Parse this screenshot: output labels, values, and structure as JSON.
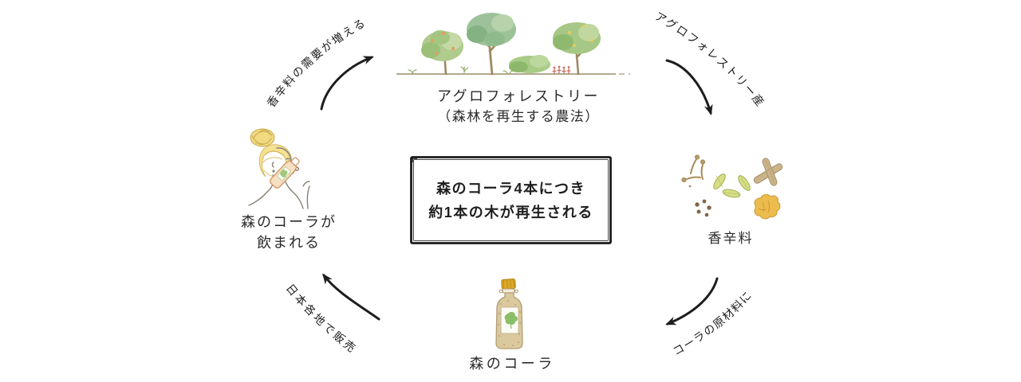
{
  "diagram": {
    "title_box": {
      "line1": "森のコーラ4本につき",
      "line2": "約1本の木が再生される"
    },
    "nodes": {
      "agroforestry": {
        "label_line1": "アグロフォレストリー",
        "label_line2": "（森林を再生する農法）"
      },
      "spices": {
        "label": "香辛料"
      },
      "cola": {
        "label": "森のコーラ"
      },
      "drinking": {
        "label_line1": "森のコーラが",
        "label_line2": "飲まれる"
      }
    },
    "arrows": {
      "demand": {
        "label": "香辛料の需要が増える"
      },
      "produced": {
        "label": "アグロフォレストリー産"
      },
      "ingredient": {
        "label": "コーラの原材料に"
      },
      "sales": {
        "label": "日本各地で販売"
      }
    },
    "colors": {
      "background": "#ffffff",
      "ink": "#1d1d1d",
      "leaf_green": "#a9c987",
      "leaf_green_light": "#c4d9a6",
      "leaf_green_dark": "#8db86c",
      "trunk_brown": "#9e8a63",
      "ground_brown": "#a99b7e",
      "fruit_orange": "#e69e5e",
      "fruit_yellow": "#e4cd62",
      "spice_gold": "#ecbc4f",
      "cardamom_green": "#d6de86",
      "cinnamon_tan": "#ccb489",
      "clove_brown": "#b79c6b",
      "pepper_brown": "#7d6845",
      "bottle_tan": "#dbc99e",
      "cap_gold": "#dca928",
      "label_leaf_green": "#8cbd68",
      "hair_yellow": "#f1da80",
      "skin_blush": "#f4b9a6",
      "line_gray": "#8b8175"
    }
  }
}
